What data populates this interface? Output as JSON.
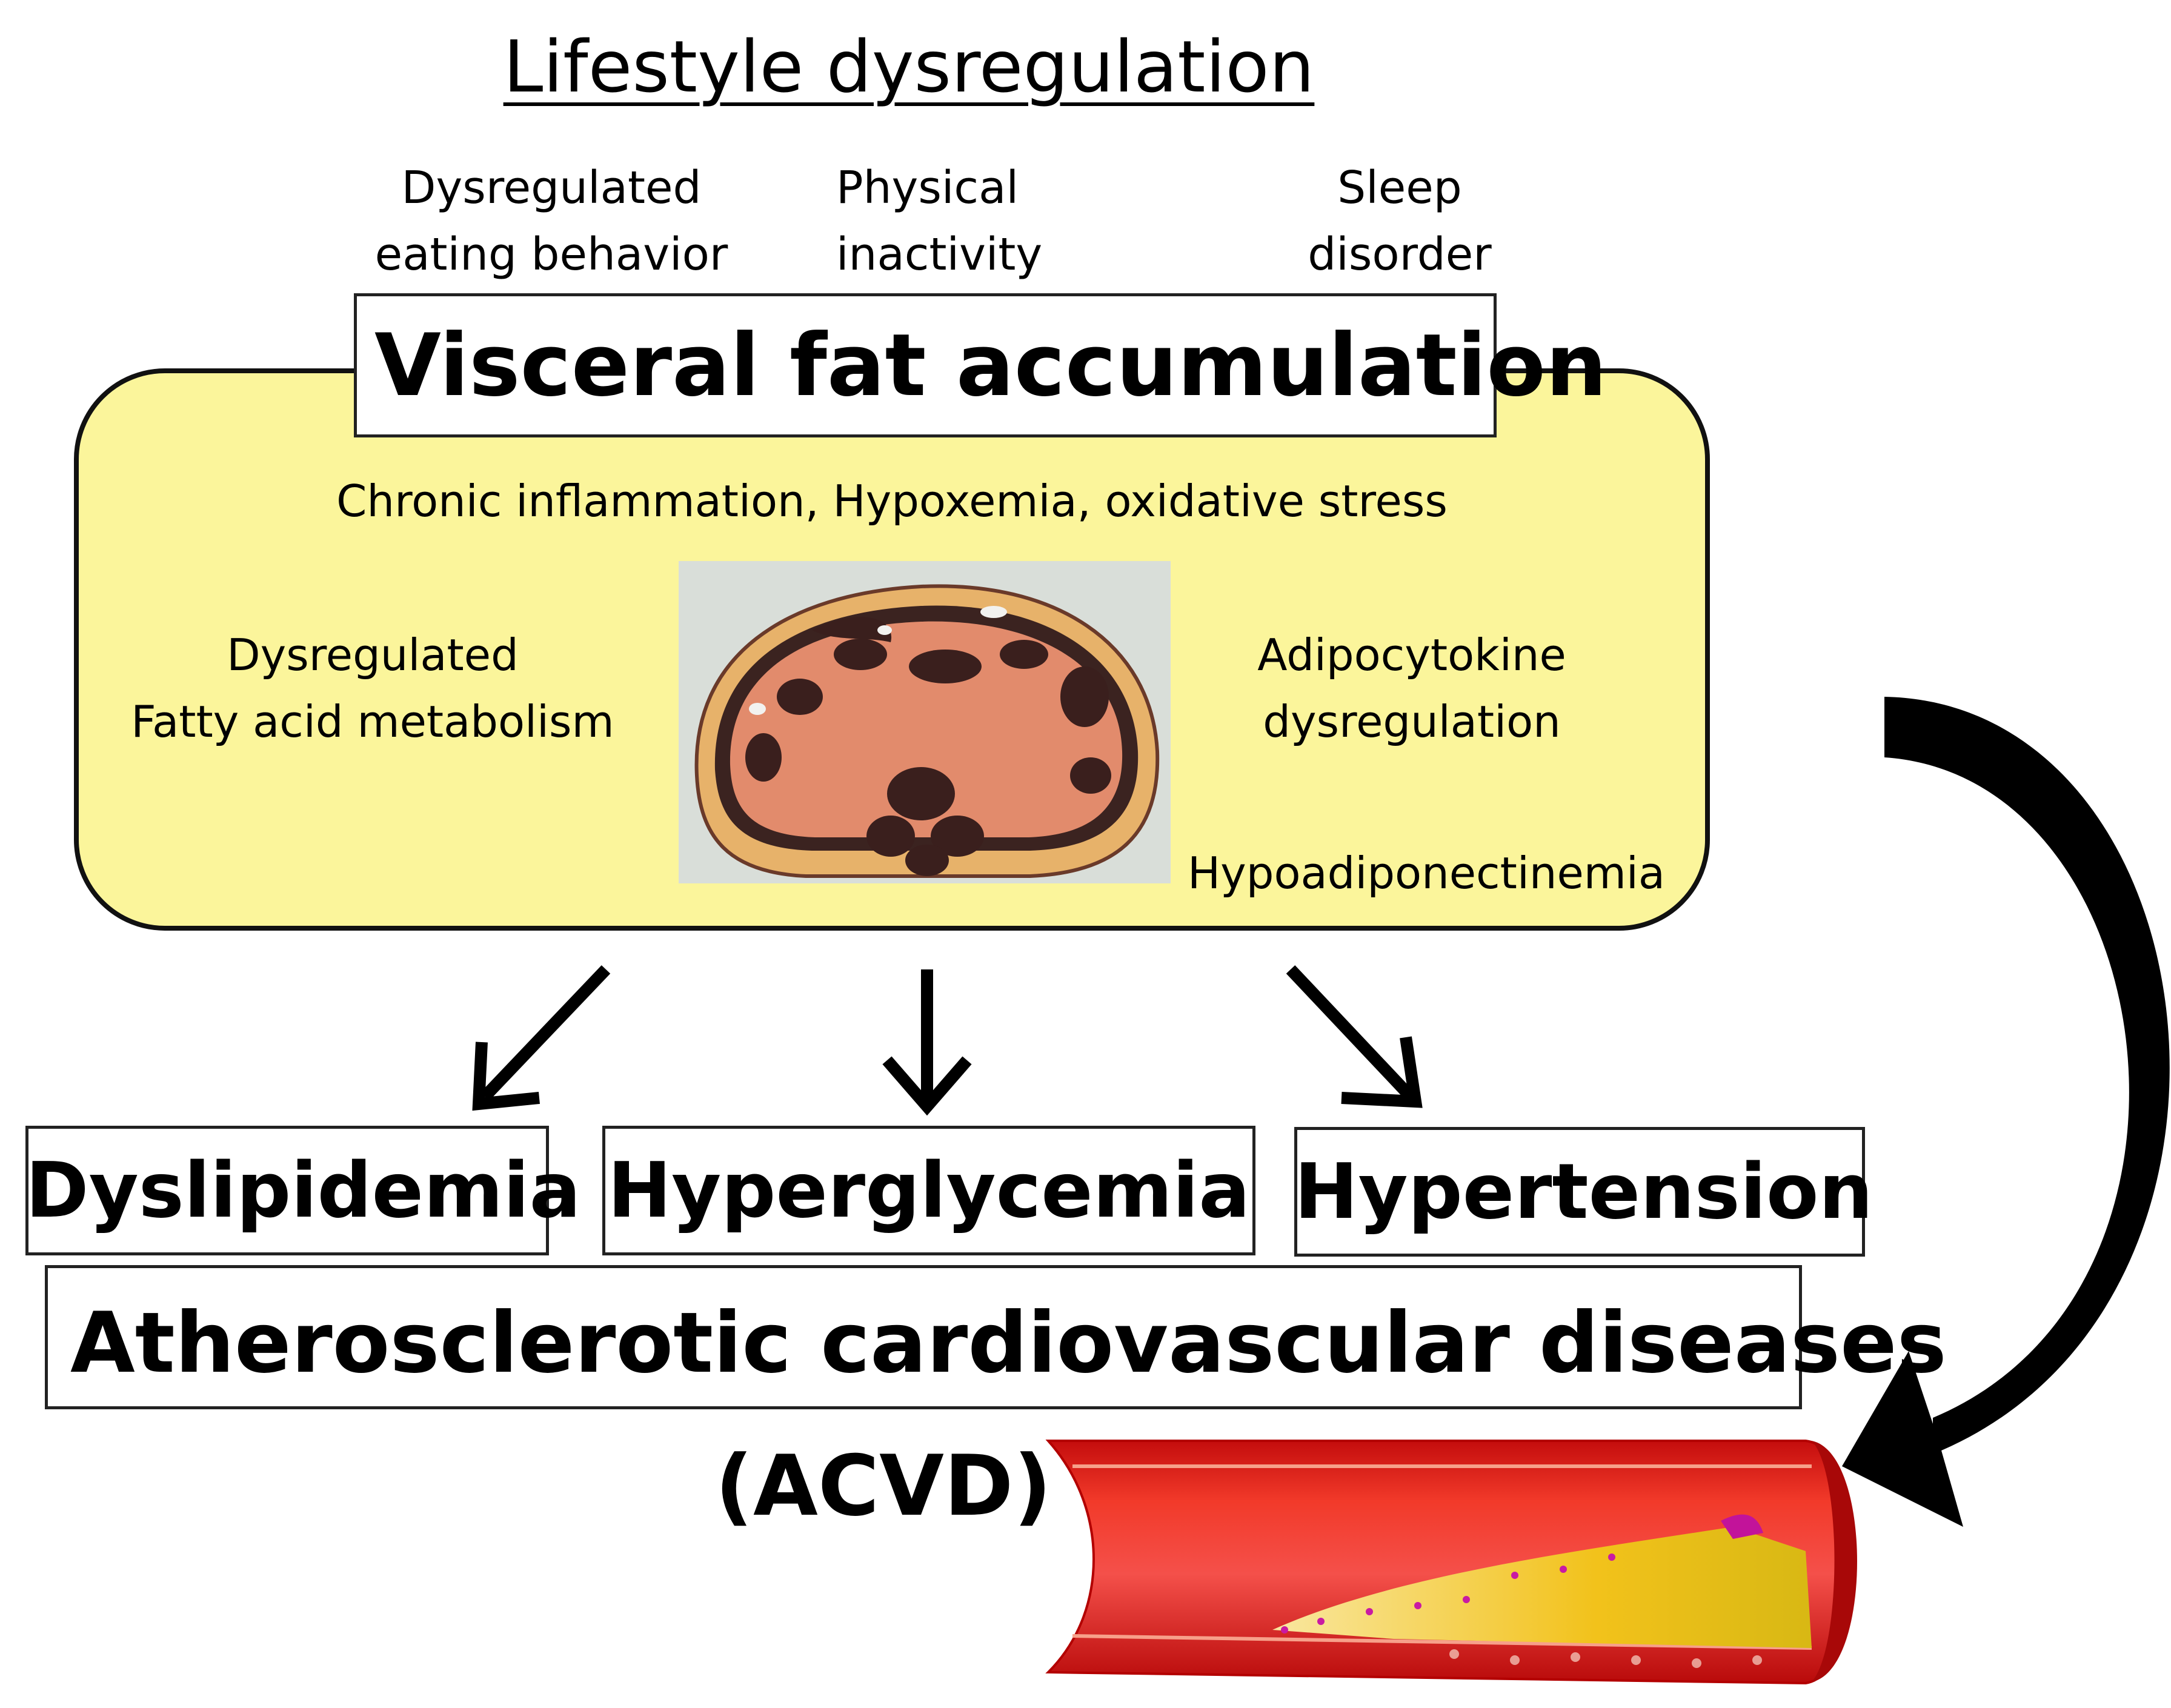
{
  "title": "Lifestyle dysregulation",
  "factors": [
    {
      "line1": "Dysregulated",
      "line2": "eating behavior"
    },
    {
      "line1": "Physical",
      "line2": "inactivity"
    },
    {
      "line1": "Sleep",
      "line2": "disorder"
    }
  ],
  "central": {
    "title": "Visceral fat accumulation",
    "subtitle": "Chronic inflammation, Hypoxemia, oxidative stress",
    "left": {
      "line1": "Dysregulated",
      "line2": "Fatty acid metabolism"
    },
    "right": {
      "line1": "Adipocytokine",
      "line2": "dysregulation"
    },
    "bottom_right": "Hypoadiponectinemia"
  },
  "outcomes": [
    "Dyslipidemia",
    "Hyperglycemia",
    "Hypertension"
  ],
  "disease": {
    "name": "Atherosclerotic cardiovascular diseases",
    "abbr": "(ACVD)"
  },
  "colors": {
    "box_fill": "#fbf59b",
    "outline": "#111111",
    "artery_red": "#e31b1b",
    "plaque_yellow": "#f2c21b",
    "fat_tissue": "#e48a6b"
  },
  "icons": {
    "ct_scan": "abdominal-ct-scan-image",
    "artery": "artery-with-plaque-image"
  }
}
